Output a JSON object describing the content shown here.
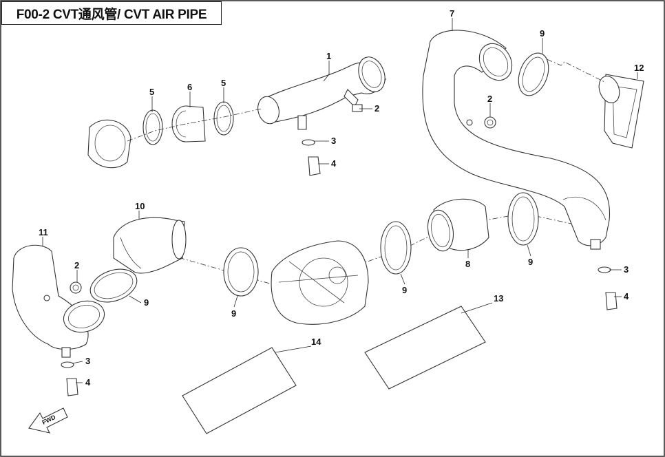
{
  "header": {
    "title": "F00-2 CVT通风管/ CVT AIR PIPE"
  },
  "callouts": [
    "1",
    "2",
    "2",
    "2",
    "3",
    "3",
    "3",
    "4",
    "4",
    "4",
    "5",
    "5",
    "6",
    "7",
    "8",
    "9",
    "9",
    "9",
    "9",
    "9",
    "10",
    "11",
    "12",
    "13",
    "14"
  ],
  "fwd_label": "FWD"
}
